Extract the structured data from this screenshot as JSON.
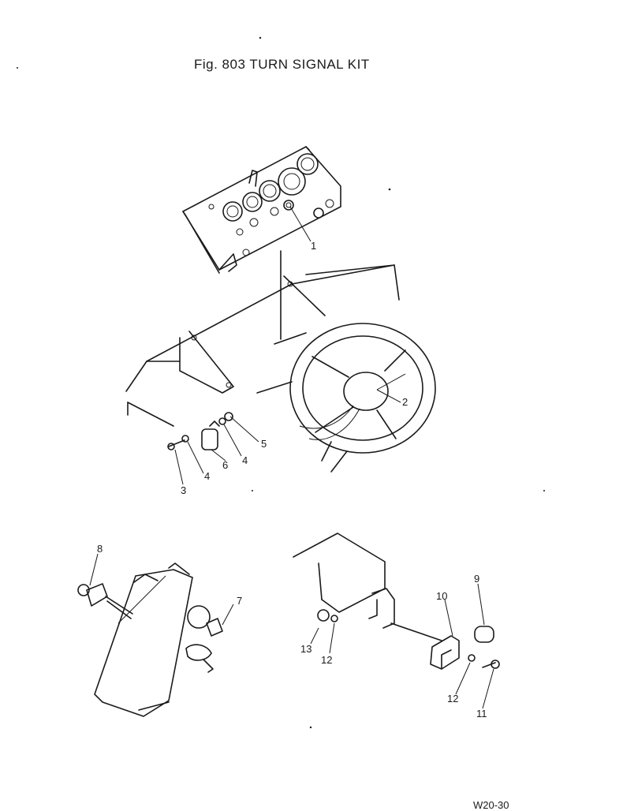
{
  "figure": {
    "title": "Fig. 803 TURN SIGNAL KIT",
    "footer": "W20-30"
  },
  "callouts": [
    "1",
    "2",
    "3",
    "4",
    "5",
    "4",
    "6",
    "7",
    "8",
    "9",
    "10",
    "12",
    "13",
    "12",
    "11"
  ]
}
